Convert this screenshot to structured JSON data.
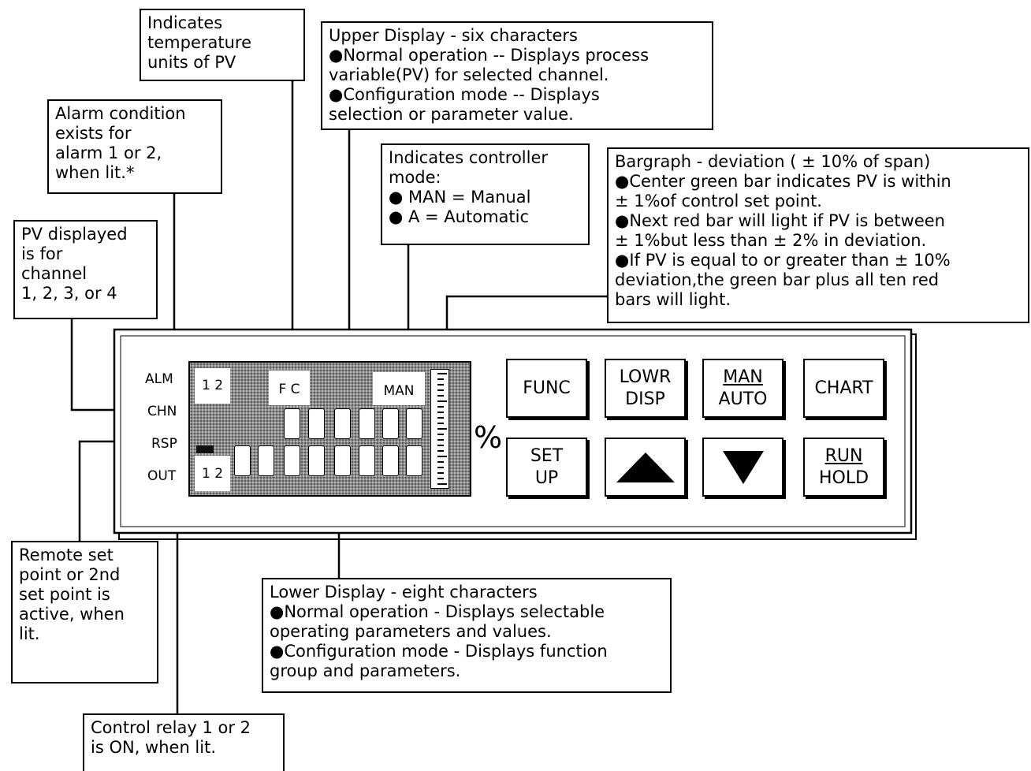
{
  "callouts": {
    "temp_units": "Indicates\ntemperature\nunits of PV",
    "upper_display": "Upper Display - six characters\n●Normal operation -- Displays process\nvariable(PV) for selected channel.\n●Configuration mode -- Displays\nselection or parameter value.",
    "alarm": "Alarm condition\nexists for\nalarm 1 or 2,\nwhen lit.*",
    "controller_mode": "Indicates controller\nmode:\n● MAN  =  Manual\n●  A    =  Automatic",
    "bargraph": "Bargraph - deviation ( ± 10% of span)\n●Center green bar indicates PV is within\n ± 1%of control  set point.\n●Next red bar will light if PV is between\n ± 1%but less than  ± 2% in deviation.\n●If PV is equal to or greater than  ± 10%\ndeviation,the green bar plus all ten red\nbars will light.",
    "pv_channel": "PV displayed\nis for\nchannel\n 1, 2, 3,  or 4",
    "remote_setpoint": "Remote set\npoint or 2nd\nset point is\nactive, when\nlit.",
    "lower_display": "Lower Display - eight characters\n●Normal operation - Displays selectable\noperating parameters and values.\n●Configuration mode - Displays function\ngroup and parameters.",
    "control_relay": "Control relay 1 or 2\nis ON, when lit."
  },
  "indicators": {
    "alm": "ALM",
    "chn": "CHN",
    "rsp": "RSP",
    "out": "OUT"
  },
  "lcd": {
    "top_digits": "1 2",
    "bottom_digits": "1 2",
    "units": "F C",
    "mode": "MAN"
  },
  "percent": "%",
  "keys": {
    "func": [
      "FUNC"
    ],
    "lowr_disp": [
      "LOWR",
      "DISP"
    ],
    "man_auto": [
      "MAN",
      "AUTO"
    ],
    "chart": [
      "CHART"
    ],
    "set_up": [
      "SET",
      "UP"
    ],
    "run_hold": [
      "RUN",
      "HOLD"
    ],
    "up_arrow": "triangle-up-icon",
    "down_arrow": "triangle-down-icon"
  }
}
